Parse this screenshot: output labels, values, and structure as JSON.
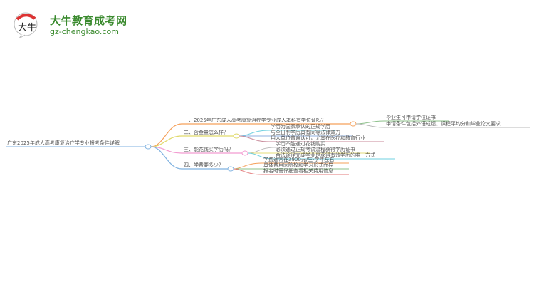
{
  "logo": {
    "title": "大牛教育成考网",
    "url": "gz-chengkao.com",
    "mark_text": "大牛"
  },
  "mindmap": {
    "root": "广东2025年成人高考康复治疗学专业报考条件详解",
    "branches": [
      {
        "label": "一、2025年广东成人高考康复治疗学专业成人本科有学位证吗？",
        "color": "#f5a05a",
        "children": [
          "毕业生可申请学位证书",
          "申请条件包括外语成绩、课程平均分和毕业论文要求"
        ]
      },
      {
        "label": "二、含金量怎么样？",
        "color": "#e0d96a",
        "children": [
          "学历为国家承认的正规学历",
          "与全日制学历具有同等法律效力",
          "用人单位普遍认可，尤其在医疗和教育行业"
        ]
      },
      {
        "label": "三、能花钱买学历吗？",
        "color": "#f29ad0",
        "children": [
          "学历不能通过花钱购买",
          "必须通过正规考试流程获得学历证书",
          "合法途径完成学业是获得有效学历的唯一方式"
        ]
      },
      {
        "label": "四、学费要多少？",
        "color": "#7fb2e0",
        "children": [
          "学费通常在3900元/生·学年左右",
          "具体费用因院校和学习形式而异",
          "报名时需仔细查看相关费用信息"
        ]
      }
    ]
  }
}
